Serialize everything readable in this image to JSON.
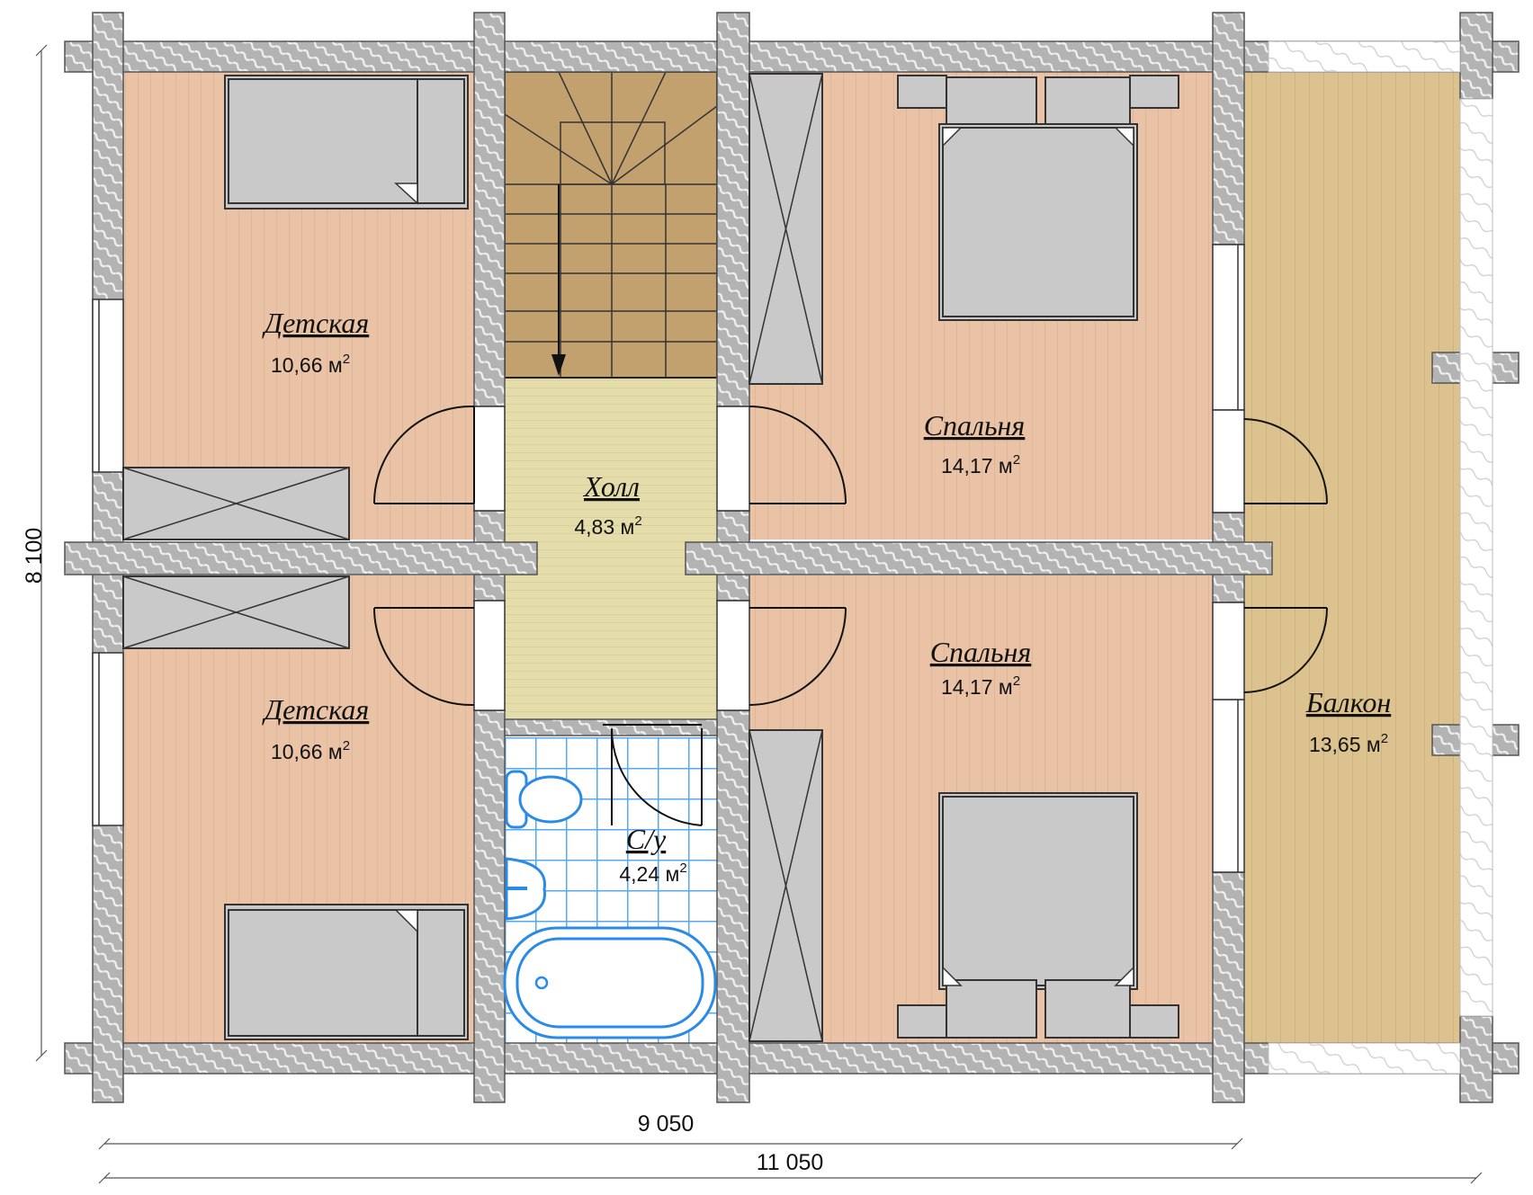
{
  "rooms": [
    {
      "id": "child-top",
      "name": "Детская",
      "area_num": "10,66 м",
      "area_sup": "2"
    },
    {
      "id": "child-bottom",
      "name": "Детская",
      "area_num": "10,66 м",
      "area_sup": "2"
    },
    {
      "id": "hall",
      "name": "Холл",
      "area_num": "4,83 м",
      "area_sup": "2"
    },
    {
      "id": "bedroom-top",
      "name": "Спальня",
      "area_num": "14,17 м",
      "area_sup": "2"
    },
    {
      "id": "bedroom-bottom",
      "name": "Спальня",
      "area_num": "14,17 м",
      "area_sup": "2"
    },
    {
      "id": "bathroom",
      "name": "С/у",
      "area_num": "4,24 м",
      "area_sup": "2"
    },
    {
      "id": "balcony",
      "name": "Балкон",
      "area_num": "13,65 м",
      "area_sup": "2"
    }
  ],
  "dimensions": {
    "height": "8 100",
    "width_inner": "9 050",
    "width_total": "11 050"
  },
  "colors": {
    "room_floor": "#eac3a6",
    "hall_floor": "#e4dcaa",
    "balcony_floor": "#dcc28e",
    "stair": "#c3a16f",
    "tile_bg": "#ffffff",
    "tile_line": "#55a9f3",
    "wall_bg": "#b3b3b3",
    "furniture": "#c9c9c9"
  }
}
